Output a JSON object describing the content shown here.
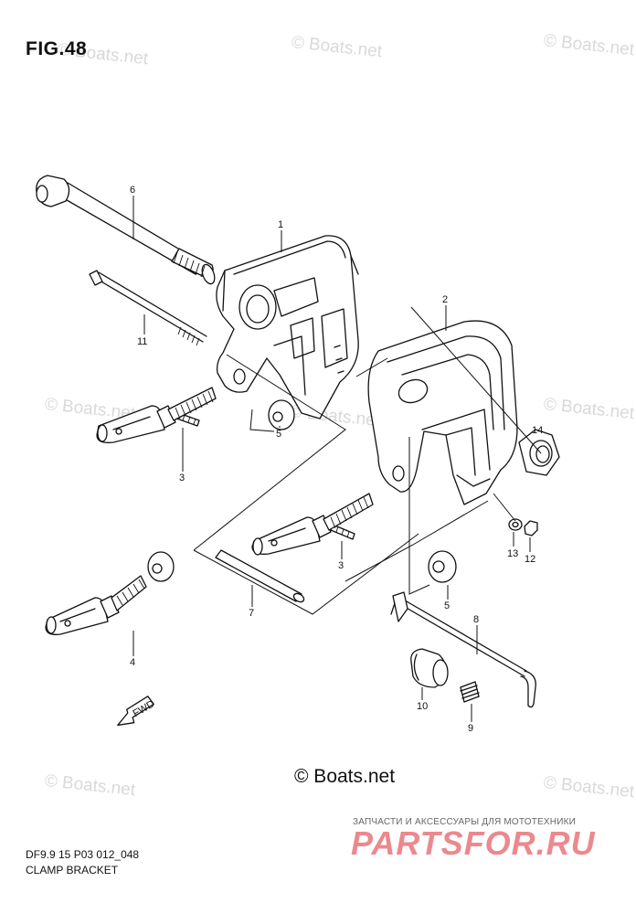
{
  "figure": {
    "title": "FIG.48",
    "code": "DF9.9 15 P03 012_048",
    "name": "CLAMP BRACKET"
  },
  "watermark": {
    "text": "© Boats.net",
    "main_text": "© Boats.net"
  },
  "overlay": {
    "caption": "ЗАПЧАСТИ И АКСЕССУАРЫ ДЛЯ МОТОТЕХНИКИ",
    "logo": "PARTSFOR.RU"
  },
  "callouts": {
    "n1": "1",
    "n2": "2",
    "n3a": "3",
    "n3b": "3",
    "n4": "4",
    "n5a": "5",
    "n5b": "5",
    "n6": "6",
    "n7": "7",
    "n8": "8",
    "n9": "9",
    "n10": "10",
    "n11": "11",
    "n12": "12",
    "n13": "13",
    "n14": "14"
  },
  "fwd_label": "FWD"
}
